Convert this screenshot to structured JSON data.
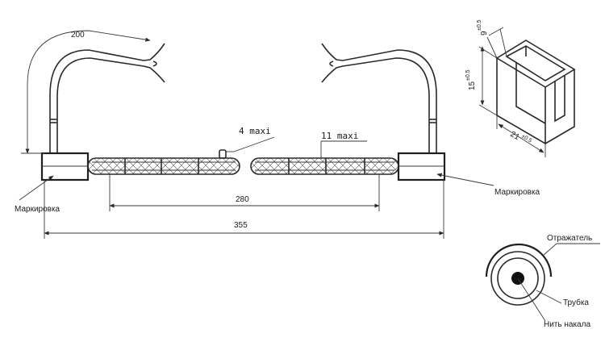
{
  "dims": {
    "d200": "200",
    "d280": "280",
    "d355": "355",
    "d4": "4 maxi",
    "d11": "11 maxi"
  },
  "bracket": {
    "h15": "15",
    "h15_tol": "±0.5",
    "w9": "9",
    "w9_tol": "±0.5",
    "w21": "21",
    "w21_tol": "±0.5"
  },
  "labels": {
    "marking_left": "Маркировка",
    "marking_right": "Маркировка",
    "reflector": "Отражатель",
    "tube": "Трубка",
    "filament": "Нить накала"
  }
}
